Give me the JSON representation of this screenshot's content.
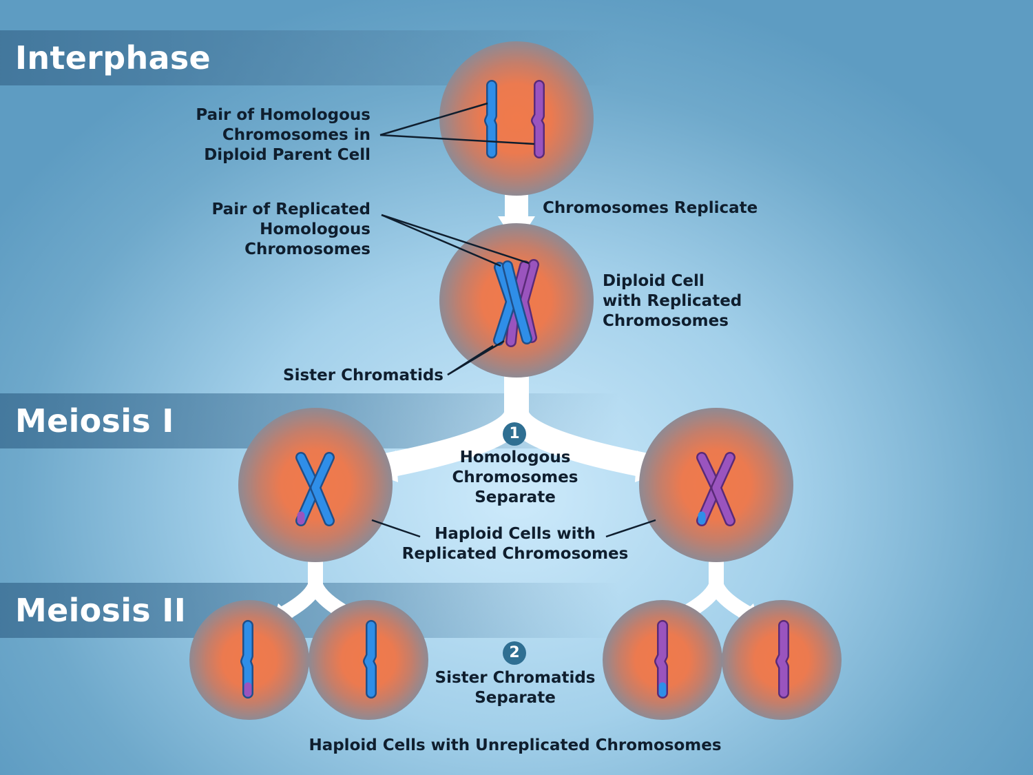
{
  "phases": {
    "interphase": "Interphase",
    "meiosis_1": "Meiosis I",
    "meiosis_2": "Meiosis II"
  },
  "labels": {
    "homologous_pair": [
      "Pair of Homologous",
      "Chromosomes in",
      "Diploid Parent Cell"
    ],
    "chromosomes_replicate": "Chromosomes Replicate",
    "replicated_pair": [
      "Pair of Replicated",
      "Homologous",
      "Chromosomes"
    ],
    "diploid_cell": [
      "Diploid Cell",
      "with Replicated",
      "Chromosomes"
    ],
    "sister_chromatids": "Sister Chromatids",
    "homologous_separate": [
      "Homologous",
      "Chromosomes",
      "Separate"
    ],
    "haploid_replicated": [
      "Haploid Cells with",
      "Replicated Chromosomes"
    ],
    "sister_separate": [
      "Sister Chromatids",
      "Separate"
    ],
    "haploid_unreplicated": "Haploid Cells with Unreplicated Chromosomes"
  },
  "steps": {
    "step_1": "1",
    "step_2": "2"
  },
  "colors": {
    "cell_center": "#f07a4b",
    "cell_edge": "#8f8a93",
    "chromosome_blue": "#2f8ee8",
    "chromosome_purple": "#9a54be",
    "band": "#4a7fa6",
    "arrow": "#ffffff"
  }
}
